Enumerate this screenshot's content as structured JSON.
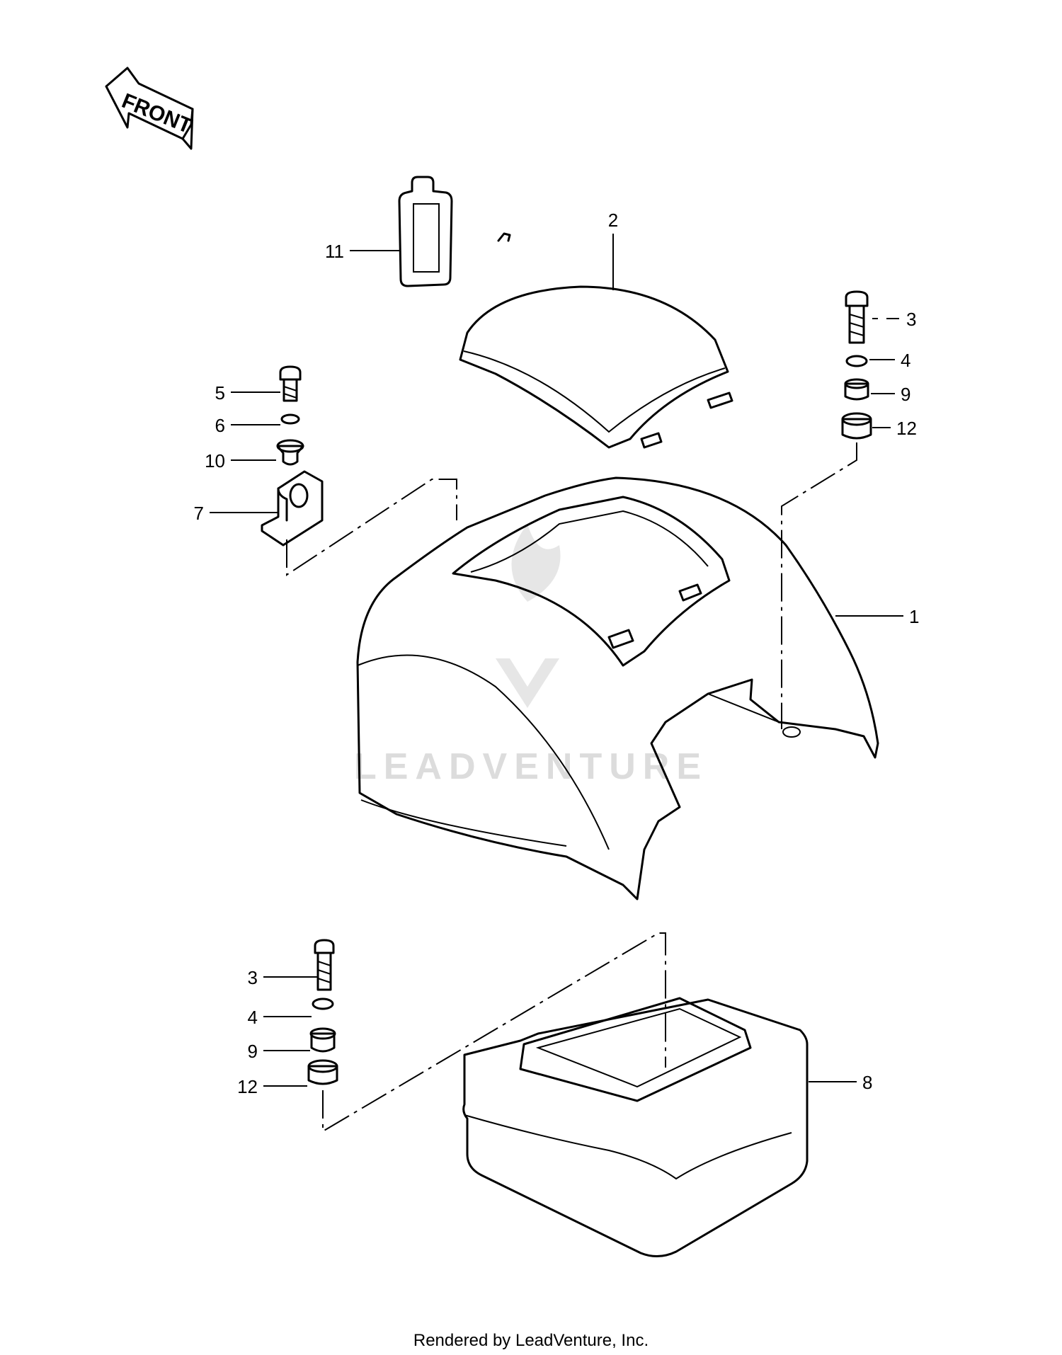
{
  "direction_arrow": {
    "label": "FRONT",
    "icon": "front-arrow-icon"
  },
  "watermark": {
    "text": "LEADVENTURE",
    "icon": "leadventure-flame-logo"
  },
  "callouts": [
    {
      "id": "c1",
      "label": "1"
    },
    {
      "id": "c2",
      "label": "2"
    },
    {
      "id": "c3a",
      "label": "3"
    },
    {
      "id": "c4a",
      "label": "4"
    },
    {
      "id": "c9a",
      "label": "9"
    },
    {
      "id": "c12a",
      "label": "12"
    },
    {
      "id": "c5",
      "label": "5"
    },
    {
      "id": "c6",
      "label": "6"
    },
    {
      "id": "c10",
      "label": "10"
    },
    {
      "id": "c7",
      "label": "7"
    },
    {
      "id": "c11",
      "label": "11"
    },
    {
      "id": "c3b",
      "label": "3"
    },
    {
      "id": "c4b",
      "label": "4"
    },
    {
      "id": "c9b",
      "label": "9"
    },
    {
      "id": "c12b",
      "label": "12"
    },
    {
      "id": "c8",
      "label": "8"
    }
  ],
  "footer": {
    "credit": "Rendered by LeadVenture, Inc."
  }
}
